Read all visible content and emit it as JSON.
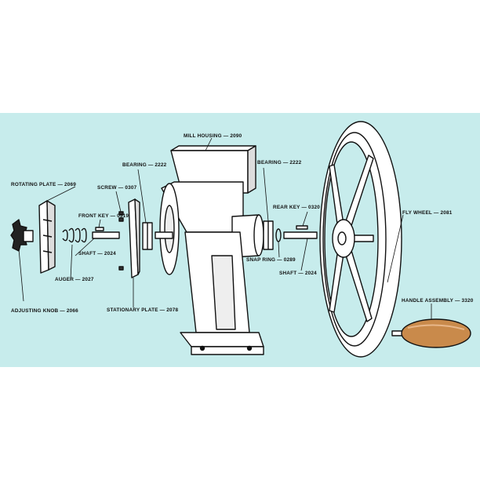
{
  "colors": {
    "background": "#c7ecec",
    "line": "#111111",
    "part_fill": "#ffffff",
    "knob": "#222222",
    "handle": "#c98a4b"
  },
  "labels": {
    "rotating_plate": "ROTATING PLATE — 2069",
    "adjusting_knob": "ADJUSTING KNOB — 2066",
    "front_key": "FRONT KEY — 0319",
    "shaft_front": "SHAFT — 2024",
    "auger": "AUGER — 2027",
    "screw": "SCREW — 0307",
    "bearing_front": "BEARING — 2222",
    "stationary_plate": "STATIONARY PLATE — 2078",
    "mill_housing": "MILL HOUSING — 2090",
    "bearing_rear": "BEARING — 2222",
    "rear_key": "REAR KEY — 0320",
    "snap_ring": "SNAP RING — 0289",
    "shaft_rear": "SHAFT — 2024",
    "fly_wheel": "FLY WHEEL — 2081",
    "handle_assembly": "HANDLE ASSEMBLY — 3320"
  }
}
